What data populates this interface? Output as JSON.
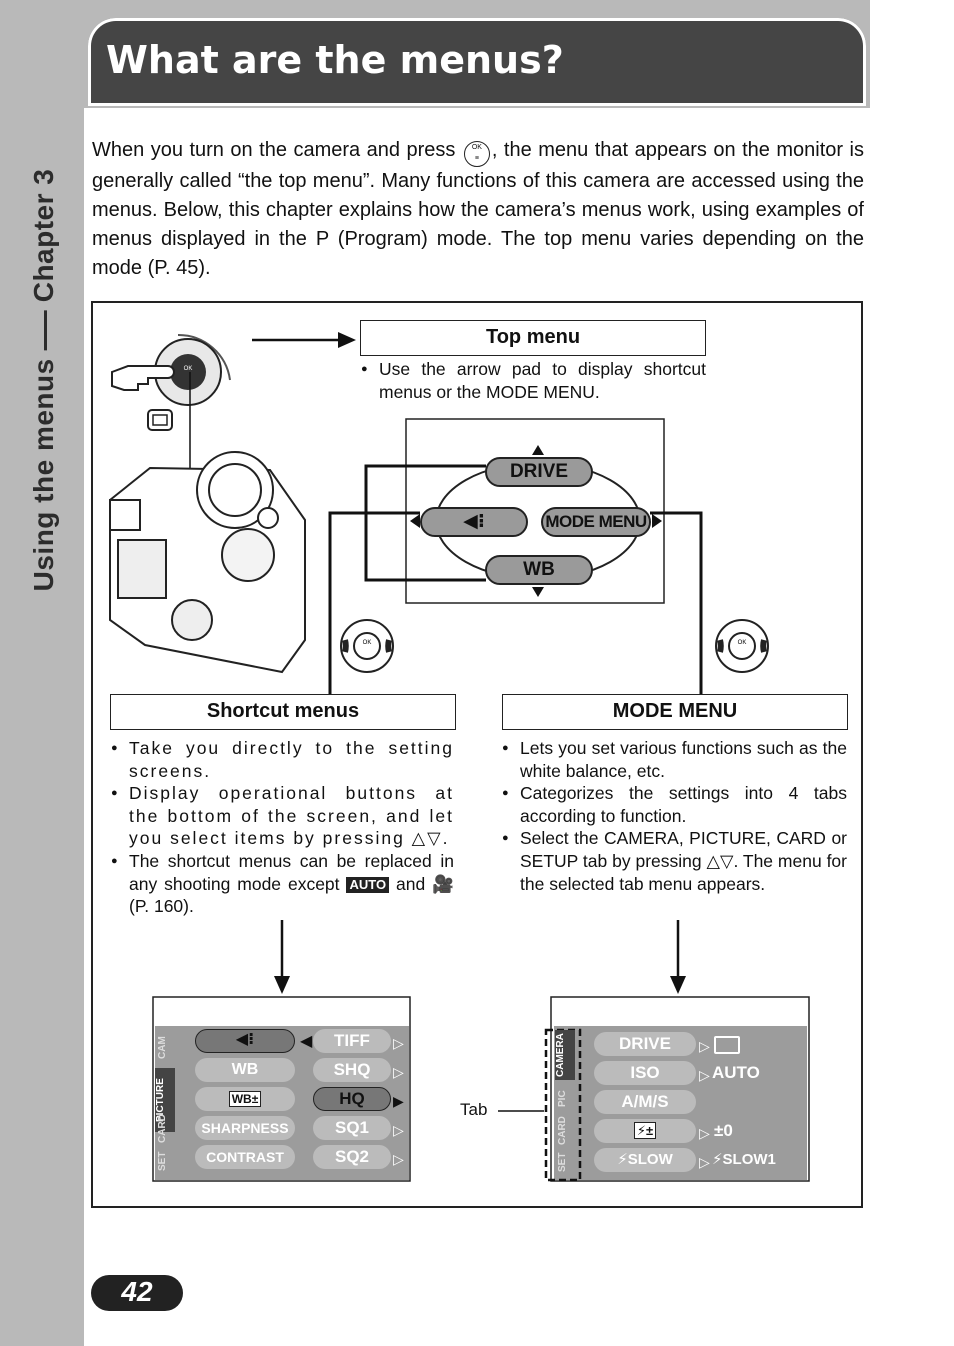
{
  "side": {
    "section": "Using the menus",
    "chapter": "Chapter 3"
  },
  "title": "What are the menus?",
  "intro": {
    "part1": "When you turn on the camera and press",
    "part2": ", the menu  that appears on the monitor is generally called “the top menu”. Many functions of this camera are accessed using the menus. Below, this chapter explains how the camera’s menus work, using examples of menus displayed in the P (Program) mode. The top menu varies depending on the mode (P. 45).",
    "ok_icon": "OK"
  },
  "top_menu": {
    "label": "Top menu",
    "note": "Use the arrow pad to display shortcut menus or the MODE MENU.",
    "buttons": {
      "up": "DRIVE",
      "right": "MODE MENU",
      "down": "WB"
    }
  },
  "shortcut": {
    "label": "Shortcut menus",
    "b1": "Take you directly to the setting screens.",
    "b2": "Display operational buttons at the bottom of the screen, and let you select items by pressing △▽.",
    "b3a": "The shortcut menus can be replaced in any shooting mode except",
    "b3_badge": "AUTO",
    "b3b": "and",
    "b3c": "(P. 160)."
  },
  "mode_menu": {
    "label": "MODE MENU",
    "b1": "Lets you set various functions such as the white balance, etc.",
    "b2": "Categorizes the settings into 4 tabs according to function.",
    "b3": "Select the CAMERA, PICTURE, CARD or SETUP tab by pressing △▽. The menu for the selected tab menu appears."
  },
  "shortcut_screen": {
    "tabs": [
      "CAM",
      "PICTURE",
      "CARD",
      "SET"
    ],
    "left": [
      "",
      "WB",
      "",
      "SHARPNESS",
      "CONTRAST"
    ],
    "right": [
      "TIFF",
      "SHQ",
      "HQ",
      "SQ1",
      "SQ2"
    ]
  },
  "mode_screen": {
    "tabs": [
      "CAMERA",
      "PIC",
      "CARD",
      "SET"
    ],
    "items": [
      "DRIVE",
      "ISO",
      "A/M/S",
      "",
      "⚡SLOW"
    ],
    "values": [
      "",
      "AUTO",
      "",
      "±0",
      "⚡SLOW1"
    ]
  },
  "tab_label": "Tab",
  "page_number": "42",
  "colors": {
    "header": "#454545",
    "band": "#b9b9b9",
    "button": "#9a9a9a"
  }
}
